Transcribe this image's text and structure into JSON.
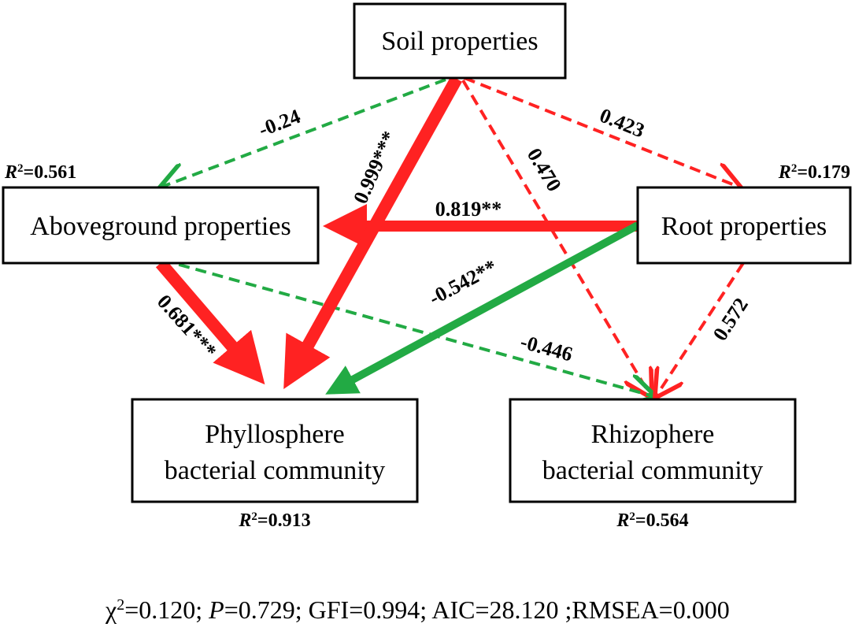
{
  "colors": {
    "positive": "#ff2222",
    "negative": "#22aa44",
    "box_border": "#000000"
  },
  "nodes": {
    "soil": {
      "label": "Soil properties"
    },
    "above": {
      "label": "Aboveground properties",
      "r2_prefix": "R",
      "r2_sup": "2",
      "r2_value": "=0.561"
    },
    "root": {
      "label": "Root properties",
      "r2_prefix": "R",
      "r2_sup": "2",
      "r2_value": "=0.179"
    },
    "phyllo": {
      "label_line1": "Phyllosphere",
      "label_line2": "bacterial community",
      "r2_prefix": "R",
      "r2_sup": "2",
      "r2_value": "=0.913"
    },
    "rhizo": {
      "label_line1": "Rhizophere",
      "label_line2": "bacterial community",
      "r2_prefix": "R",
      "r2_sup": "2",
      "r2_value": "=0.564"
    }
  },
  "paths": [
    {
      "id": "soil-above",
      "label": "-0.24",
      "sign": "negative",
      "significant": false
    },
    {
      "id": "soil-phyllo",
      "label": "0.999***",
      "sign": "positive",
      "significant": true
    },
    {
      "id": "soil-rhizo",
      "label": "0.470",
      "sign": "positive",
      "significant": false
    },
    {
      "id": "soil-root",
      "label": "0.423",
      "sign": "positive",
      "significant": false
    },
    {
      "id": "root-above",
      "label": "0.819**",
      "sign": "positive",
      "significant": true
    },
    {
      "id": "root-phyllo",
      "label": "-0.542**",
      "sign": "negative",
      "significant": true
    },
    {
      "id": "root-rhizo",
      "label": "0.572",
      "sign": "positive",
      "significant": false
    },
    {
      "id": "above-phyllo",
      "label": "0.681***",
      "sign": "positive",
      "significant": true
    },
    {
      "id": "above-rhizo",
      "label": "-0.446",
      "sign": "negative",
      "significant": false
    }
  ],
  "fit": {
    "chi_symbol": "χ",
    "chi_sup": "2",
    "chi_value": "=0.120; ",
    "p_label": "P",
    "rest": "=0.729; GFI=0.994; AIC=28.120 ;RMSEA=0.000"
  }
}
